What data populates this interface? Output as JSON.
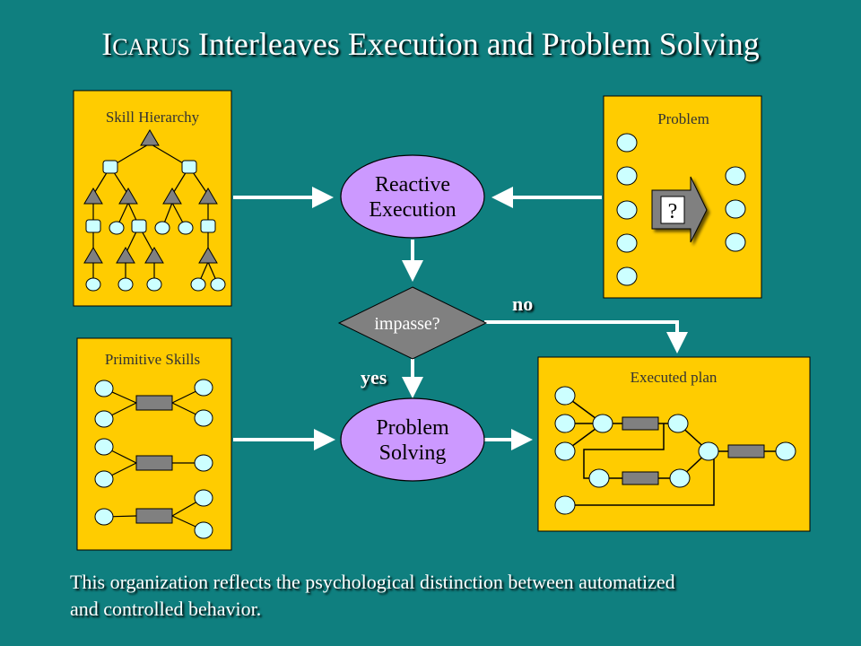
{
  "title": {
    "initial": "I",
    "smallcaps": "CARUS",
    "rest": "Interleaves Execution and Problem Solving"
  },
  "panels": {
    "skill_hierarchy": "Skill Hierarchy",
    "problem": "Problem",
    "primitive_skills": "Primitive Skills",
    "executed_plan": "Executed plan"
  },
  "nodes": {
    "reactive_execution": [
      "Reactive",
      "Execution"
    ],
    "impasse": "impasse?",
    "problem_solving": [
      "Problem",
      "Solving"
    ],
    "problem_arrow": "?"
  },
  "edges": {
    "no": "no",
    "yes": "yes"
  },
  "caption": [
    "This organization reflects the psychological distinction between automatized",
    "and controlled behavior."
  ],
  "colors": {
    "background": "#0f7f7f",
    "panel": "#ffcc00",
    "node": "#cc99ff",
    "circle": "#ccffff",
    "shape": "#808080"
  }
}
